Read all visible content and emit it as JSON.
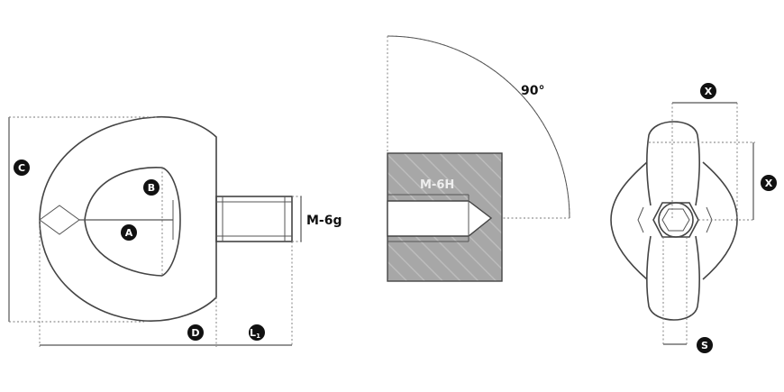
{
  "labels": {
    "thread_male": "M-6g",
    "thread_female": "M-6H",
    "angle": "90°",
    "dim_a": "A",
    "dim_b": "B",
    "dim_c": "C",
    "dim_d": "D",
    "dim_l1": "L",
    "dim_l1_sub": "1",
    "dim_x_top": "X",
    "dim_x_side": "X",
    "dim_s": "S"
  },
  "colors": {
    "outline": "#444444",
    "block_fill": "#a7a7a7",
    "badge": "#111111"
  }
}
